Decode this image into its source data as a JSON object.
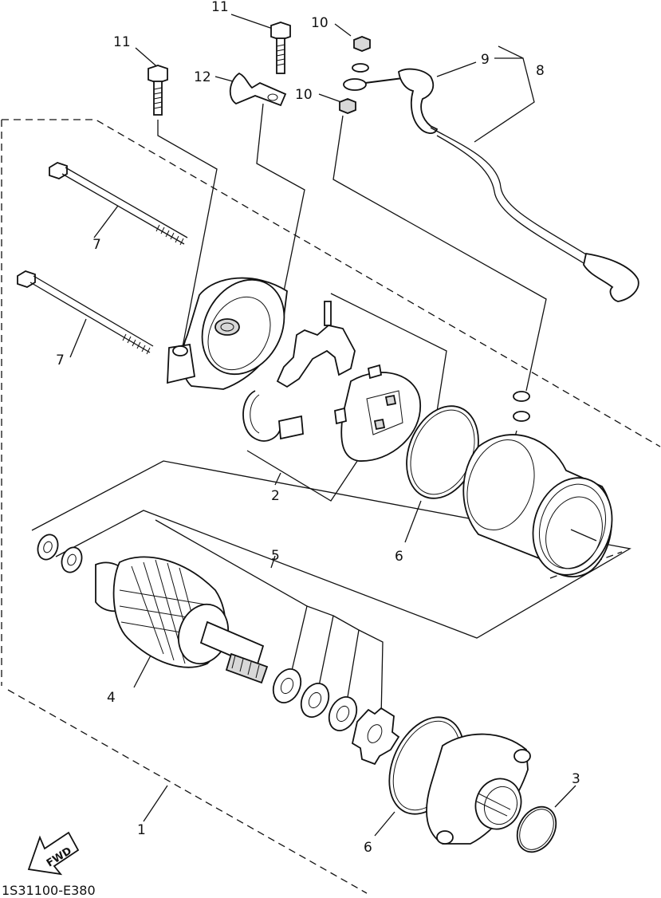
{
  "diagram_code": "1S31100-E380",
  "fwd_label": "FWD",
  "callouts": {
    "c1": "1",
    "c2": "2",
    "c3": "3",
    "c4": "4",
    "c5": "5",
    "c6a": "6",
    "c6b": "6",
    "c7a": "7",
    "c7b": "7",
    "c8": "8",
    "c9": "9",
    "c10a": "10",
    "c10b": "10",
    "c11a": "11",
    "c11b": "11",
    "c12": "12"
  }
}
